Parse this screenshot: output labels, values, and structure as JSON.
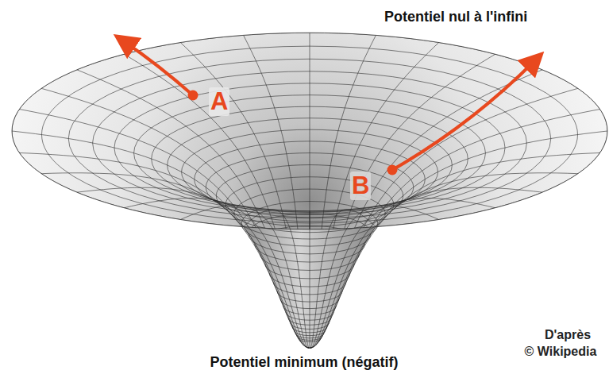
{
  "diagram": {
    "labels": [
      "Potentiel nul à l'infini",
      "A",
      "B",
      "D'après",
      "© Wikipedia",
      "Potentiel minimum (négatif)"
    ]
  }
}
